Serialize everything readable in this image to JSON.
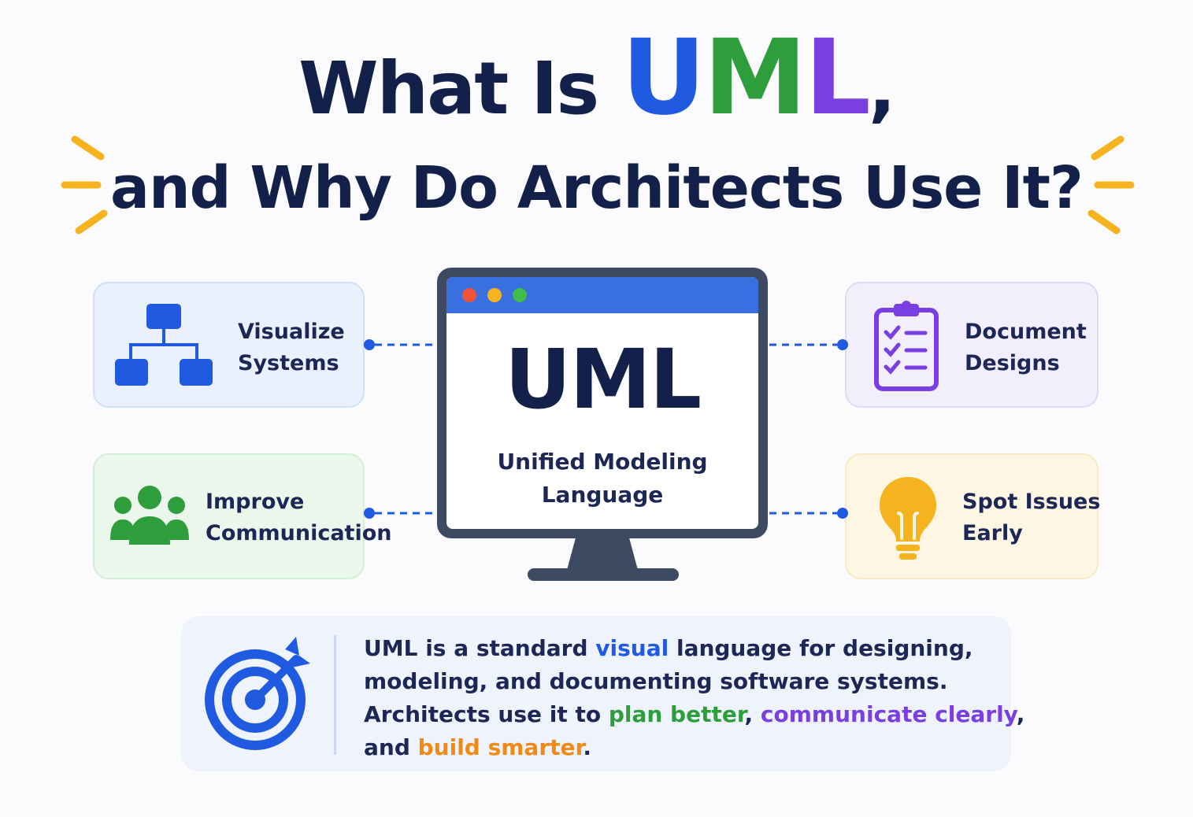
{
  "colors": {
    "navy": "#13204a",
    "blue": "#1f5ae0",
    "green": "#2e9e3c",
    "purple": "#7a3fe0",
    "orange": "#f08a14",
    "yellow": "#f5b41f"
  },
  "title": {
    "line1_prefix": "What Is",
    "u": "U",
    "m": "M",
    "l": "L",
    "line1_suffix": ",",
    "line2": "and Why Do Architects Use It?"
  },
  "cards": {
    "visualize": {
      "icon": "hierarchy-diagram-icon",
      "line1": "Visualize",
      "line2": "Systems"
    },
    "communicate": {
      "icon": "team-people-icon",
      "line1": "Improve",
      "line2": "Communication"
    },
    "document": {
      "icon": "clipboard-checklist-icon",
      "line1": "Document",
      "line2": "Designs"
    },
    "spot": {
      "icon": "lightbulb-icon",
      "line1": "Spot Issues",
      "line2": "Early"
    }
  },
  "monitor": {
    "big": "UML",
    "sub_line1": "Unified Modeling",
    "sub_line2": "Language"
  },
  "summary": {
    "icon": "target-arrow-icon",
    "p1": "UML is a standard ",
    "visual": "visual",
    "p2": " language for designing,",
    "line2": "modeling, and documenting software systems.",
    "p3": "Architects use it to ",
    "plan": "plan better",
    "comma": ", ",
    "communicate": "communicate clearly",
    "comma2": ",",
    "p4": "and ",
    "build": "build smarter",
    "period": "."
  }
}
